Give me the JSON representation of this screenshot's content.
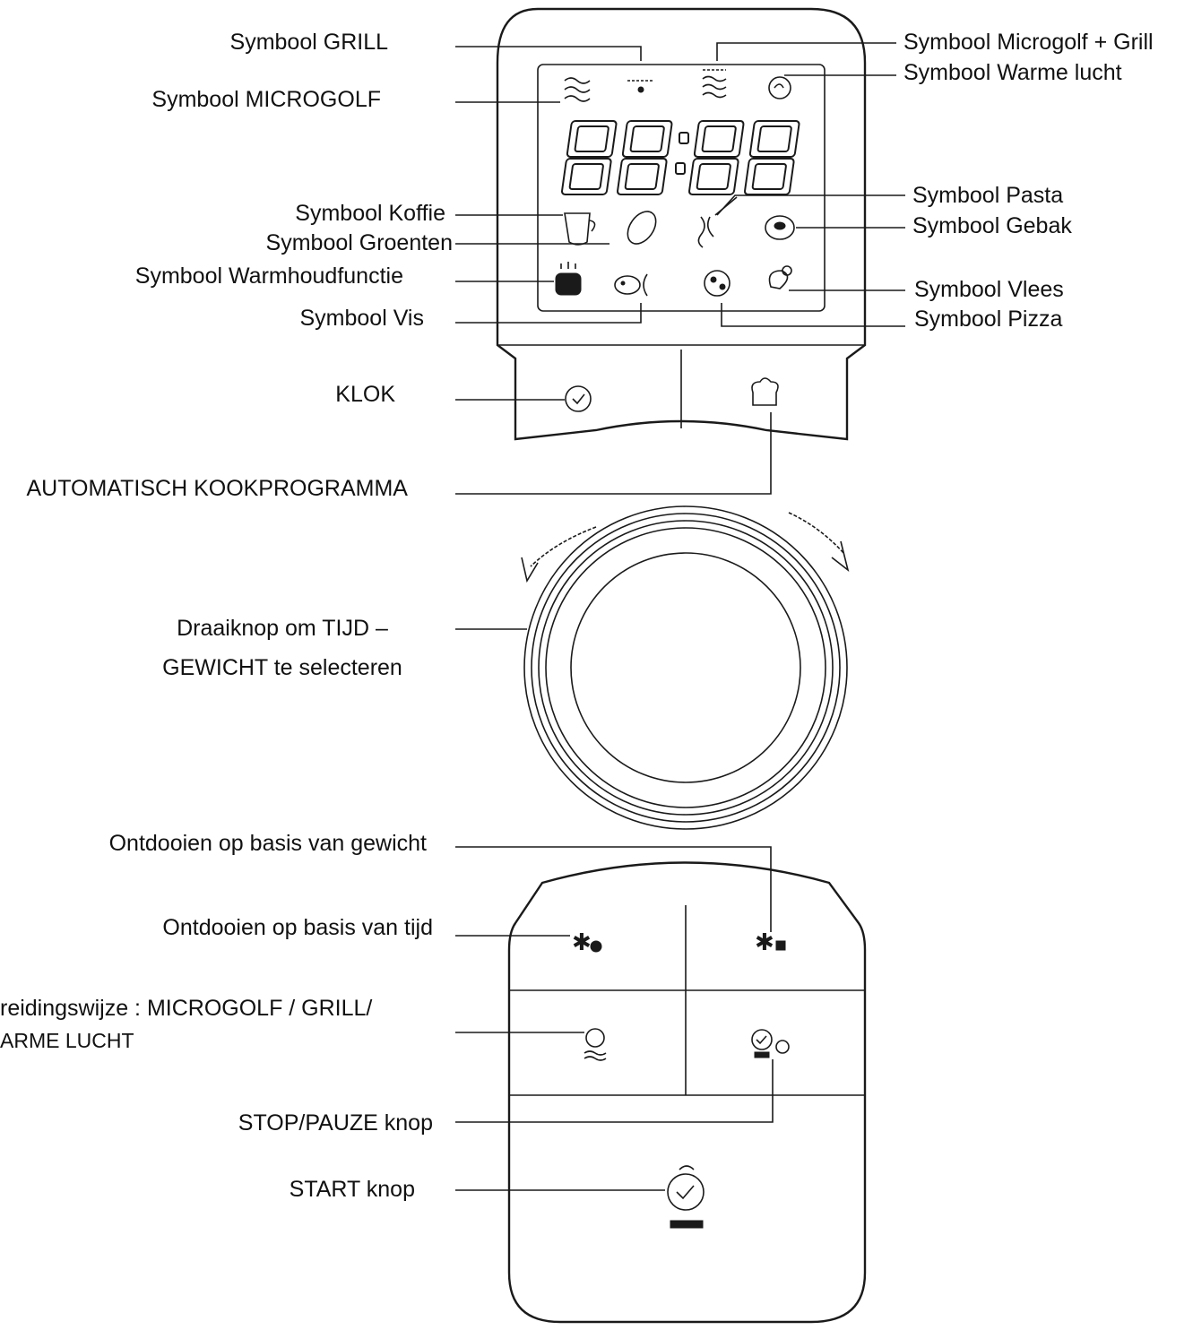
{
  "labels": {
    "grill": "Symbool GRILL",
    "microwave": "Symbool MICROGOLF",
    "micro_grill": "Symbool Microgolf + Grill",
    "warm_air": "Symbool Warme lucht",
    "coffee": "Symbool Koffie",
    "vegetables": "Symbool Groenten",
    "keep_warm": "Symbool Warmhoudfunctie",
    "fish": "Symbool Vis",
    "pasta": "Symbool Pasta",
    "pastry": "Symbool Gebak",
    "meat": "Symbool Vlees",
    "pizza": "Symbool Pizza",
    "clock": "KLOK",
    "auto_cook": "AUTOMATISCH KOOKPROGRAMMA",
    "dial_line1": "Draaiknop om TIJD –",
    "dial_line2": "GEWICHT te selecteren",
    "defrost_weight": "Ontdooien op basis van gewicht",
    "defrost_time": "Ontdooien op basis van tijd",
    "mode_line1": "reidingswijze : MICROGOLF / GRILL/",
    "mode_line2": "ARME LUCHT",
    "stop": "STOP/PAUZE knop",
    "start": "START knop"
  },
  "display": {
    "digits": "88:88"
  }
}
